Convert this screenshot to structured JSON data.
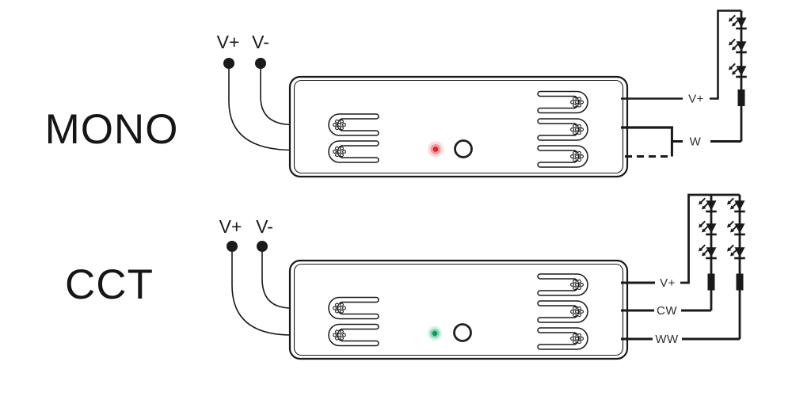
{
  "sections": [
    {
      "label": "MONO",
      "input_labels": {
        "positive": "V+",
        "negative": "V-"
      },
      "output_labels": {
        "vplus": "V+",
        "w": "W"
      },
      "status_led_color": "#e62329",
      "led_strips": 1,
      "leds_per_strip": 3
    },
    {
      "label": "CCT",
      "input_labels": {
        "positive": "V+",
        "negative": "V-"
      },
      "output_labels": {
        "vplus": "V+",
        "cw": "CW",
        "ww": "WW"
      },
      "status_led_color": "#00a25b",
      "led_strips": 2,
      "leds_per_strip": 3
    }
  ],
  "colors": {
    "line": "#1a1a1a",
    "dashed_wire": "#7c7c7c",
    "background": "#ffffff"
  },
  "icons": {
    "status_indicator": "led-dot",
    "device_button": "circle-button",
    "diode": "led-diode-symbol",
    "resistor": "resistor-block",
    "terminal": "push-in-terminal-slot"
  }
}
